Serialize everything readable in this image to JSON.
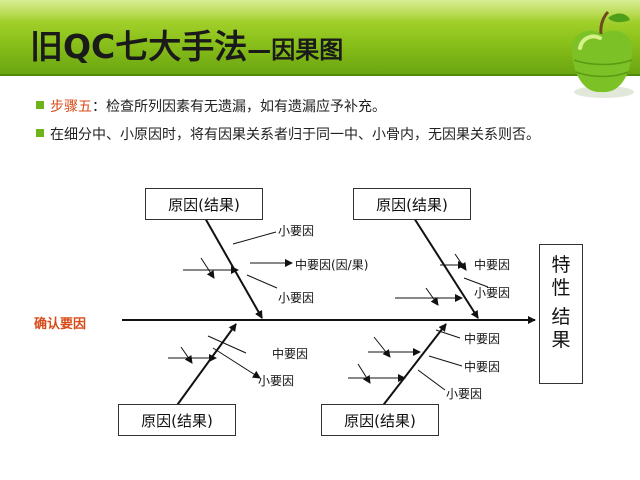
{
  "title": {
    "main": "旧QC七大手法",
    "sub": "—因果图"
  },
  "bullets": [
    {
      "highlight": "步骤五",
      "text": "：检查所列因素有无遗漏，如有遗漏应予补充。"
    },
    {
      "highlight": "",
      "text": "在细分中、小原因时，将有因果关系者归于同一中、小骨内，无因果关系则否。"
    }
  ],
  "diagram": {
    "main_cause_label": "确认要因",
    "effect_lines": [
      "特性",
      "结果"
    ],
    "cause_boxes": [
      "原因(结果)",
      "原因(结果)",
      "原因(结果)",
      "原因(结果)"
    ],
    "branch_labels": {
      "b1_small_top": "小要因",
      "b1_medium": "中要因(因/果)",
      "b1_small_bottom": "小要因",
      "b2_medium": "中要因",
      "b2_small": "小要因",
      "b3_medium": "中要因",
      "b3_small": "小要因",
      "b4_medium_top": "中要因",
      "b4_medium_bottom": "中要因",
      "b4_small": "小要因"
    }
  }
}
